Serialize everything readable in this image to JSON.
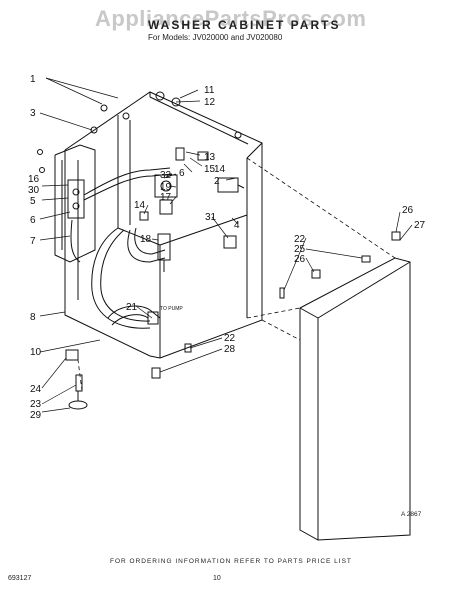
{
  "header": {
    "watermark": "AppliancePartsPros.com",
    "title": "WASHER CABINET PARTS",
    "subtitle": "For Models: JV020000 and JV020080"
  },
  "callouts": [
    {
      "id": "c1",
      "text": "1"
    },
    {
      "id": "c3",
      "text": "3"
    },
    {
      "id": "c11",
      "text": "11"
    },
    {
      "id": "c12",
      "text": "12"
    },
    {
      "id": "c13",
      "text": "13"
    },
    {
      "id": "c15",
      "text": "15"
    },
    {
      "id": "c16",
      "text": "16"
    },
    {
      "id": "c30",
      "text": "30"
    },
    {
      "id": "c5",
      "text": "5"
    },
    {
      "id": "c6a",
      "text": "6"
    },
    {
      "id": "c7",
      "text": "7"
    },
    {
      "id": "c6b",
      "text": "6"
    },
    {
      "id": "c14a",
      "text": "14"
    },
    {
      "id": "c2",
      "text": "2"
    },
    {
      "id": "c32",
      "text": "32"
    },
    {
      "id": "c19",
      "text": "19"
    },
    {
      "id": "c17",
      "text": "17"
    },
    {
      "id": "c14b",
      "text": "14"
    },
    {
      "id": "c31",
      "text": "31"
    },
    {
      "id": "c4",
      "text": "4"
    },
    {
      "id": "c18",
      "text": "18"
    },
    {
      "id": "c22a",
      "text": "22"
    },
    {
      "id": "c25",
      "text": "25"
    },
    {
      "id": "c26a",
      "text": "26"
    },
    {
      "id": "c26b",
      "text": "26"
    },
    {
      "id": "c27",
      "text": "27"
    },
    {
      "id": "c8",
      "text": "8"
    },
    {
      "id": "c21",
      "text": "21"
    },
    {
      "id": "c10",
      "text": "10"
    },
    {
      "id": "c22b",
      "text": "22"
    },
    {
      "id": "c28",
      "text": "28"
    },
    {
      "id": "c24",
      "text": "24"
    },
    {
      "id": "c23",
      "text": "23"
    },
    {
      "id": "c29",
      "text": "29"
    }
  ],
  "small_label": "TO PUMP",
  "figure_code": "A 2867",
  "footer": {
    "note": "FOR ORDERING INFORMATION REFER TO PARTS PRICE LIST",
    "left_code": "693127",
    "page_number": "10"
  }
}
